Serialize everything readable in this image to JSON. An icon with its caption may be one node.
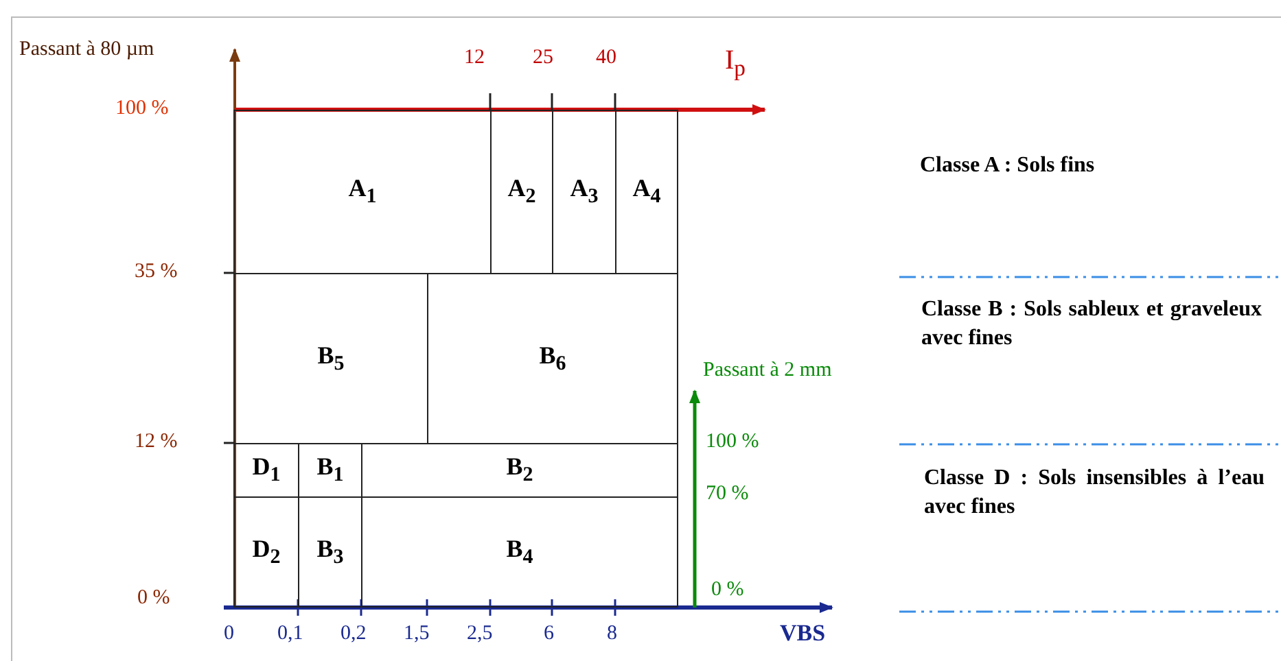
{
  "diagram": {
    "nodes": [
      {
        "text": [
          "A$_{1}$"
        ]
      },
      {
        "text": [
          "A$_{2}$"
        ]
      },
      {
        "text": [
          "A$_{3}$"
        ]
      },
      {
        "text": [
          "A$_{4}$"
        ]
      },
      {
        "text": [
          "B$_{5}$"
        ]
      },
      {
        "text": [
          "B$_{6}$"
        ]
      },
      {
        "text": [
          "D$_{1}$"
        ]
      },
      {
        "text": [
          "B$_{1}$"
        ]
      },
      {
        "text": [
          "B$_{2}$"
        ]
      },
      {
        "text": [
          "D$_{2}$"
        ]
      },
      {
        "text": [
          "B$_{3}$"
        ]
      },
      {
        "text": [
          "B$_{4}$"
        ]
      }
    ],
    "edges": [],
    "labels": [
      "Passant à 80 µm",
      "12",
      "25",
      "40",
      "I$_{p}$",
      "100 %",
      "35 %",
      "Passant à 2 mm",
      "12 %",
      "100 %",
      "70 %",
      "0 %",
      "0 %",
      "0",
      "0,1",
      "0,2",
      "1,5",
      "2,5",
      "6",
      "8",
      "VBS",
      "Classe A : Sols fins",
      "Classe B : Sols sableux et graveleux avec fines",
      "Classe D : Sols insensibles à l’eau avec fines"
    ]
  }
}
